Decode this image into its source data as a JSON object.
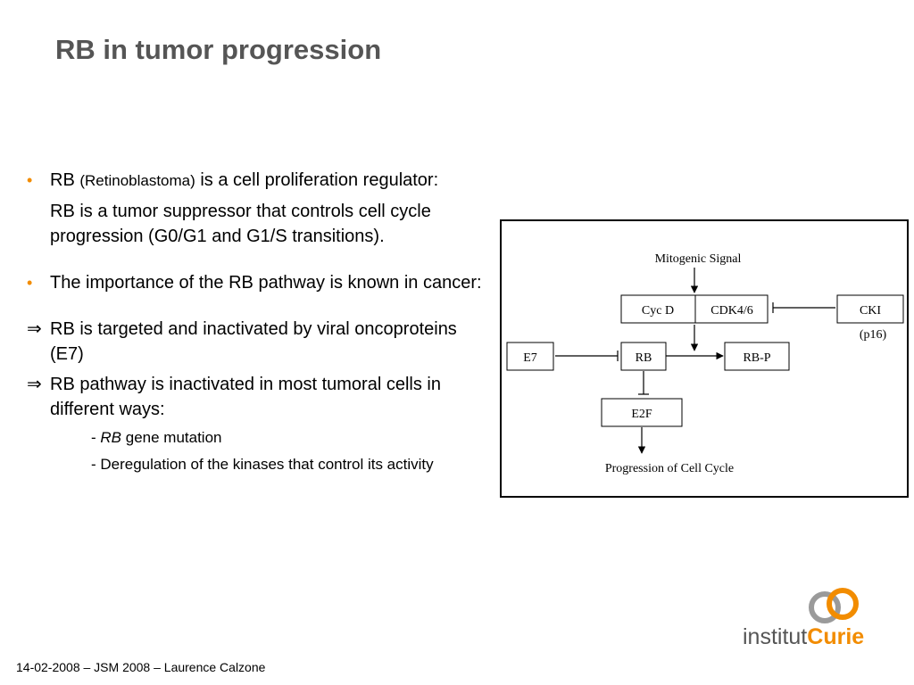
{
  "slide": {
    "title": "RB in tumor progression",
    "footer": "14-02-2008 – JSM 2008  –  Laurence Calzone"
  },
  "bullets": {
    "b1_rb": "RB ",
    "b1_paren": "(Retinoblastoma)",
    "b1_rest": " is a cell proliferation regulator:",
    "b1_cont": "RB is a tumor suppressor that controls cell cycle progression (G0/G1 and G1/S transitions).",
    "b2": "The importance of the RB pathway is known in cancer:",
    "a1": "RB is targeted and inactivated by viral oncoproteins (E7)",
    "a2": "RB pathway is inactivated in most tumoral cells in different ways:",
    "sub1_dash": "- ",
    "sub1_rb": "RB",
    "sub1_rest": " gene mutation",
    "sub2": "- Deregulation of the kinases that control its activity",
    "dot_glyph": "•",
    "arrow_glyph": "⇒"
  },
  "diagram": {
    "mitogenic": "Mitogenic Signal",
    "cycd": "Cyc D",
    "cdk": "CDK4/6",
    "cki": "CKI",
    "p16": "(p16)",
    "e7": "E7",
    "rb": "RB",
    "rbp": "RB-P",
    "e2f": "E2F",
    "progression": "Progression of Cell Cycle"
  },
  "logo": {
    "word1": "institut",
    "word2": "Curie"
  },
  "colors": {
    "accent": "#f28c00",
    "title": "#555555"
  }
}
